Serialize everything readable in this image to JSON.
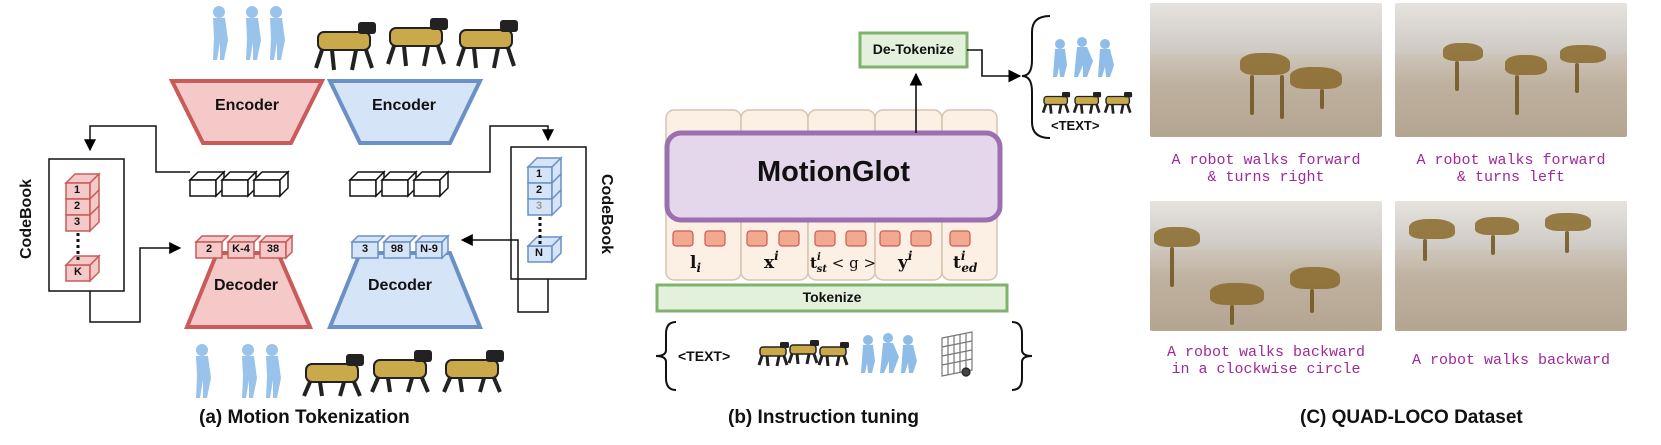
{
  "panel_a": {
    "encoder_left": "Encoder",
    "encoder_right": "Encoder",
    "decoder_left": "Decoder",
    "decoder_right": "Decoder",
    "codebook_left": "CodeBook",
    "codebook_right": "CodeBook",
    "codebook_left_entries": [
      "1",
      "2",
      "3",
      "K"
    ],
    "codebook_right_entries": [
      "1",
      "2",
      "3",
      "N"
    ],
    "tokens_left": [
      "2",
      "K-4",
      "38"
    ],
    "tokens_right": [
      "3",
      "98",
      "N-9"
    ],
    "caption": "(a) Motion Tokenization"
  },
  "panel_b": {
    "model": "MotionGlot",
    "tokenize": "Tokenize",
    "detokenize": "De-Tokenize",
    "output_text": "<TEXT>",
    "input_text": "<TEXT>",
    "caption": "(b) Instruction tuning"
  },
  "panel_c": {
    "captions": [
      "A robot walks forward\n& turns right",
      "A robot walks forward\n& turns left",
      "A robot walks backward\nin a clockwise circle",
      "A robot walks backward"
    ],
    "caption": "(C) QUAD-LOCO Dataset"
  },
  "colors": {
    "red_fill": "#f6c9c9",
    "red_stroke": "#c95b5b",
    "blue_fill": "#d6e4f7",
    "blue_stroke": "#6a90c6",
    "purple_fill": "#e4d7ec",
    "purple_stroke": "#9b6fb0",
    "green_fill": "#e3f1dc",
    "green_stroke": "#7fb26b",
    "token_orange": "#f3a98f",
    "caption_purple": "#a0289b"
  }
}
